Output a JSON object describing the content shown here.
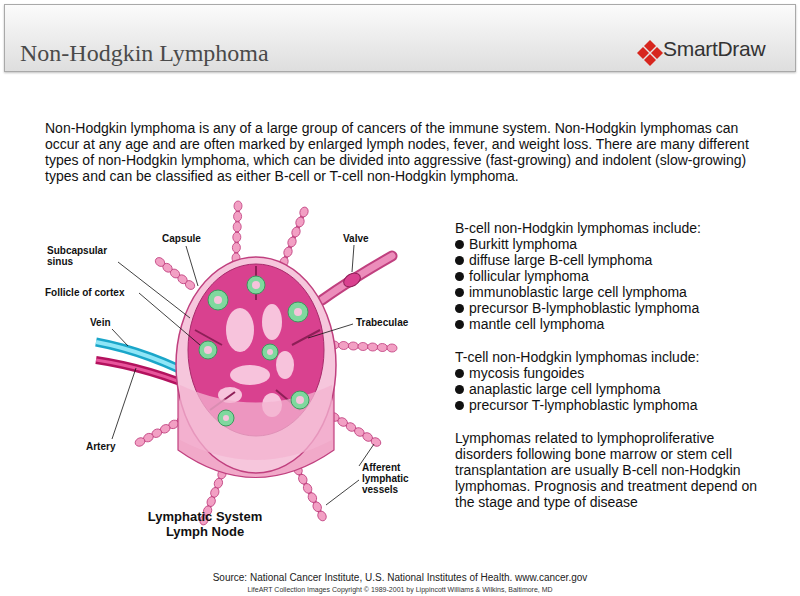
{
  "diagram": {
    "title": "Non-Hodgkin Lymphoma",
    "caption": "Lymphatic System Lymph Node",
    "labels": [
      "SmartDraw",
      "Non-Hodgkin lymphoma is any of a large group of cancers of the immune system. Non-Hodgkin lymphomas can occur at any age and are often marked by enlarged lymph nodes, fever, and weight loss. There are many different types of non-Hodgkin lymphoma, which can be divided into aggressive (fast-growing) and indolent (slow-growing) types and can be classified as either B-cell or T-cell non-Hodgkin lymphoma.",
      "Capsule",
      "Valve",
      "Subcapsular sinus",
      "Follicle of cortex",
      "Vein",
      "Trabeculae",
      "Artery",
      "Afferent lymphatic vessels",
      "B-cell non-Hodgkin lymphomas include:",
      "Burkitt lymphoma",
      "diffuse large B-cell lymphoma",
      "follicular lymphoma",
      "immunoblastic large cell lymphoma",
      "precursor B-lymphoblastic lymphoma",
      "mantle cell lymphoma",
      "T-cell non-Hodgkin lymphomas include:",
      "mycosis fungoides",
      "anaplastic large cell lymphoma",
      "precursor T-lymphoblastic lymphoma",
      "Lymphomas related to lymphoproliferative disorders following bone marrow or stem cell transplantation are usually B-cell non-Hodgkin lymphomas. Prognosis and treatment depend on the stage and type of disease",
      "Source: National Cancer Institute, U.S. National Institutes of Health. www.cancer.gov",
      "LifeART Collection Images Copyright © 1989-2001 by Lippincott Williams & Wilkins, Baltimore, MD"
    ]
  }
}
